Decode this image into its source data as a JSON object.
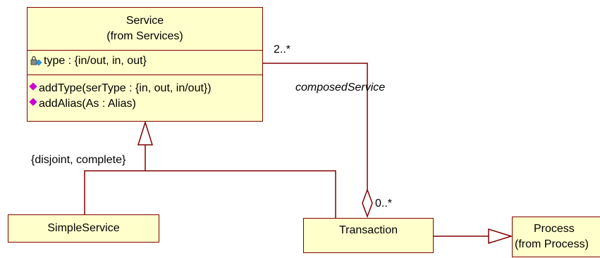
{
  "service": {
    "name": "Service",
    "stereo": "(from Services)",
    "attributes": [
      {
        "text": "type : {in/out, in, out}",
        "icon": "protected-attribute-icon"
      }
    ],
    "operations": [
      {
        "text": "addType(serType : {in, out, in/out})",
        "icon": "operation-icon"
      },
      {
        "text": "addAlias(As : Alias)",
        "icon": "operation-icon"
      }
    ]
  },
  "simple_service": {
    "name": "SimpleService"
  },
  "transaction": {
    "name": "Transaction"
  },
  "process": {
    "name": "Process",
    "stereo": "(from Process)"
  },
  "generalization_constraint": "{disjoint, complete}",
  "association": {
    "role_name": "composedService",
    "multiplicity_service": "2..*",
    "multiplicity_transaction": "0..*"
  },
  "colors": {
    "box_fill": "#ffffcc",
    "border": "#800000",
    "line": "#800000",
    "operation_icon": "#cc00cc"
  }
}
